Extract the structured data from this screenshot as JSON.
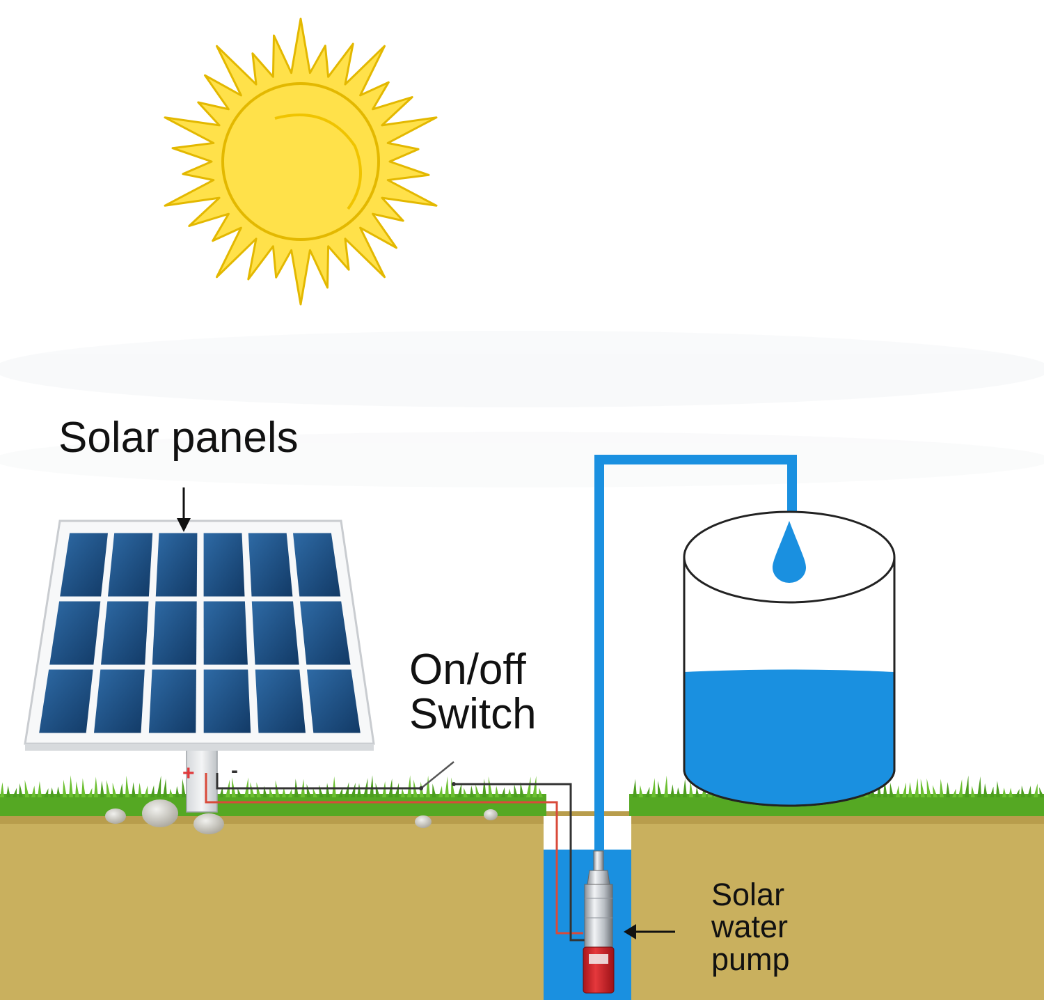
{
  "labels": {
    "solar_panels": "Solar panels",
    "switch_line1": "On/off",
    "switch_line2": "Switch",
    "pump_line1": "Solar",
    "pump_line2": "water",
    "pump_line3": "pump"
  },
  "polarity": {
    "positive": "+",
    "negative": "-"
  },
  "colors": {
    "sun": "#FFE14A",
    "sun_outline": "#E3B800",
    "panel_cell": "#1E4F82",
    "water": "#1A90E0",
    "soil": "#C9B05E",
    "grass": "#55A823",
    "positive_wire": "#D94A3A",
    "negative_wire": "#333333"
  },
  "icons": [
    "sun-icon",
    "solar-panel-icon",
    "water-tank-icon",
    "water-drop-icon",
    "pump-icon",
    "arrow-icon"
  ]
}
